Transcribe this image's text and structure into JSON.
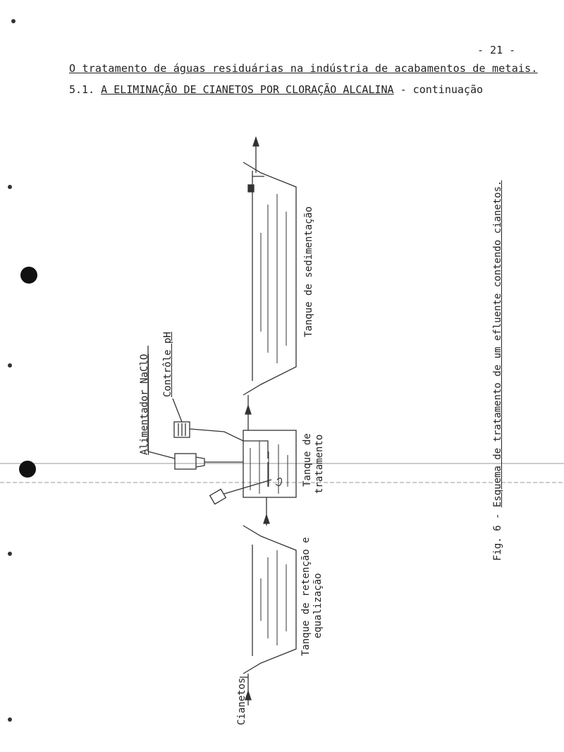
{
  "page": {
    "number": "- 21 -",
    "header_title": "O tratamento de águas residuárias na indústria de acabamentos de metais.",
    "section_number": "5.1.",
    "section_title": "A ELIMINAÇÃO DE CIANETOS POR CLORAÇÃO ALCALINA",
    "section_suffix": " - continuação"
  },
  "diagram": {
    "label_sedimentation_tank": "Tanque de sedimentação",
    "label_naclo_feeder": "Alimentador NaClO",
    "label_ph_control": "Contrôle pH",
    "label_treatment_tank_line1": "Tanque de",
    "label_treatment_tank_line2": "tratamento",
    "label_retention_tank_line1": "Tanque de retenção e",
    "label_retention_tank_line2": "equalização",
    "label_input": "Cianetos",
    "caption_prefix": "Fig. 6 - ",
    "caption_text": "Esquema de tratamento de um efluente contendo cianetos."
  }
}
